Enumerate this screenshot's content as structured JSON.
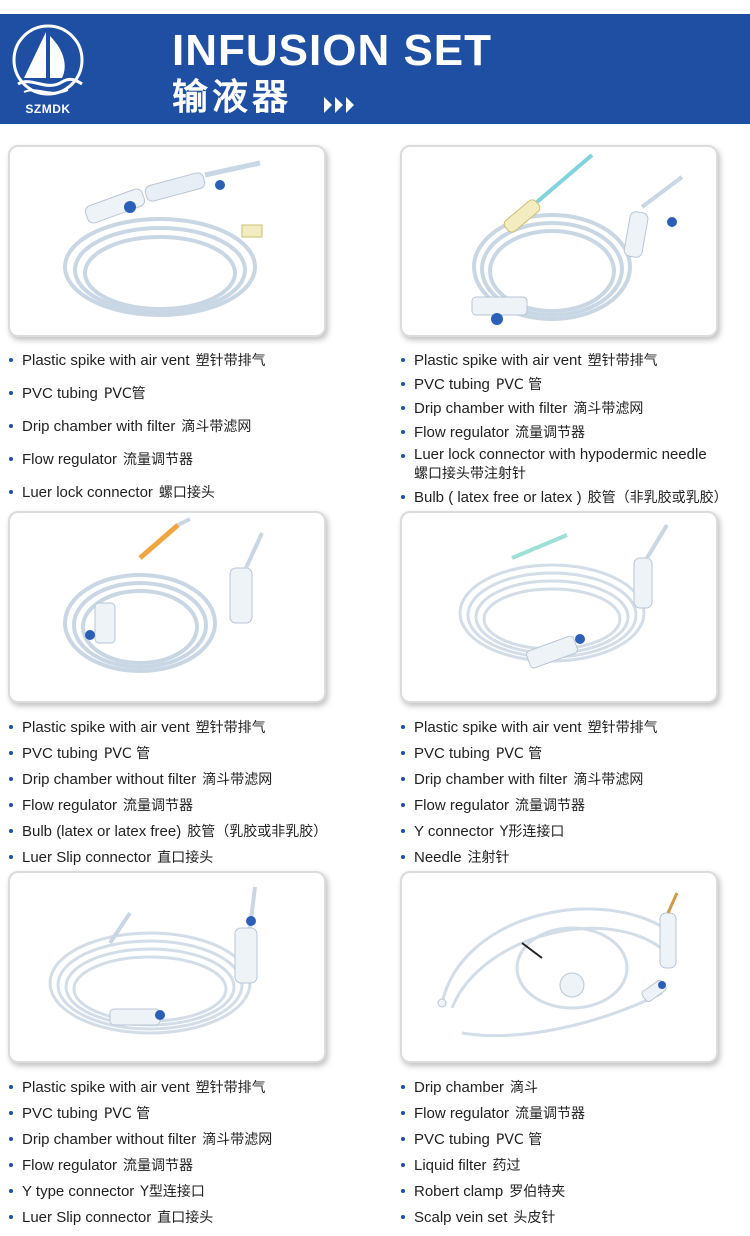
{
  "header": {
    "brand": "SZMDK",
    "title_en": "INFUSION SET",
    "title_cn": "输液器",
    "colors": {
      "band": "#1f4fa3",
      "text": "#ffffff"
    }
  },
  "products": [
    {
      "image": "infusion-set-1",
      "features": [
        {
          "en": "Plastic spike with air vent",
          "cn": "塑针带排气"
        },
        {
          "en": "PVC tubing",
          "cn": "PVC管"
        },
        {
          "en": "Drip chamber with filter",
          "cn": "滴斗带滤网"
        },
        {
          "en": "Flow regulator",
          "cn": "流量调节器"
        },
        {
          "en": "Luer lock connector",
          "cn": "螺口接头"
        }
      ]
    },
    {
      "image": "infusion-set-2",
      "features": [
        {
          "en": "Plastic spike with air vent",
          "cn": "塑针带排气"
        },
        {
          "en": "PVC tubing",
          "cn": "PVC 管"
        },
        {
          "en": "Drip chamber with filter",
          "cn": "滴斗带滤网"
        },
        {
          "en": "Flow regulator",
          "cn": "流量调节器"
        },
        {
          "en": "Luer lock connector with hypodermic needle",
          "cn": "螺口接头带注射针",
          "wrap": true
        },
        {
          "en": "Bulb ( latex free or latex )",
          "cn": "胶管（非乳胶或乳胶）"
        }
      ]
    },
    {
      "image": "infusion-set-3",
      "features": [
        {
          "en": "Plastic spike with air vent",
          "cn": "塑针带排气"
        },
        {
          "en": "PVC tubing",
          "cn": "PVC 管"
        },
        {
          "en": "Drip chamber without filter",
          "cn": "滴斗带滤网"
        },
        {
          "en": "Flow regulator",
          "cn": "流量调节器"
        },
        {
          "en": "Bulb (latex or latex free)",
          "cn": "胶管（乳胶或非乳胶）"
        },
        {
          "en": "Luer Slip connector",
          "cn": "直口接头"
        }
      ]
    },
    {
      "image": "infusion-set-4",
      "features": [
        {
          "en": "Plastic spike with air vent",
          "cn": "塑针带排气"
        },
        {
          "en": "PVC tubing",
          "cn": "PVC 管"
        },
        {
          "en": "Drip chamber with filter",
          "cn": "滴斗带滤网"
        },
        {
          "en": "Flow regulator",
          "cn": "流量调节器"
        },
        {
          "en": "Y connector",
          "cn": "Y形连接口"
        },
        {
          "en": "Needle",
          "cn": "注射针"
        }
      ]
    },
    {
      "image": "infusion-set-5",
      "features": [
        {
          "en": "Plastic spike with air vent",
          "cn": "塑针带排气"
        },
        {
          "en": "PVC tubing",
          "cn": "PVC 管"
        },
        {
          "en": "Drip chamber without filter",
          "cn": "滴斗带滤网"
        },
        {
          "en": "Flow regulator",
          "cn": "流量调节器"
        },
        {
          "en": "Y type connector",
          "cn": "Y型连接口"
        },
        {
          "en": "Luer Slip connector",
          "cn": "直口接头"
        }
      ]
    },
    {
      "image": "infusion-set-6",
      "features": [
        {
          "en": "Drip chamber",
          "cn": "滴斗"
        },
        {
          "en": "Flow regulator",
          "cn": "流量调节器"
        },
        {
          "en": "PVC tubing",
          "cn": "PVC 管"
        },
        {
          "en": "Liquid filter",
          "cn": "药过"
        },
        {
          "en": "Robert clamp",
          "cn": "罗伯特夹"
        },
        {
          "en": "Scalp vein set",
          "cn": "头皮针"
        }
      ]
    }
  ]
}
